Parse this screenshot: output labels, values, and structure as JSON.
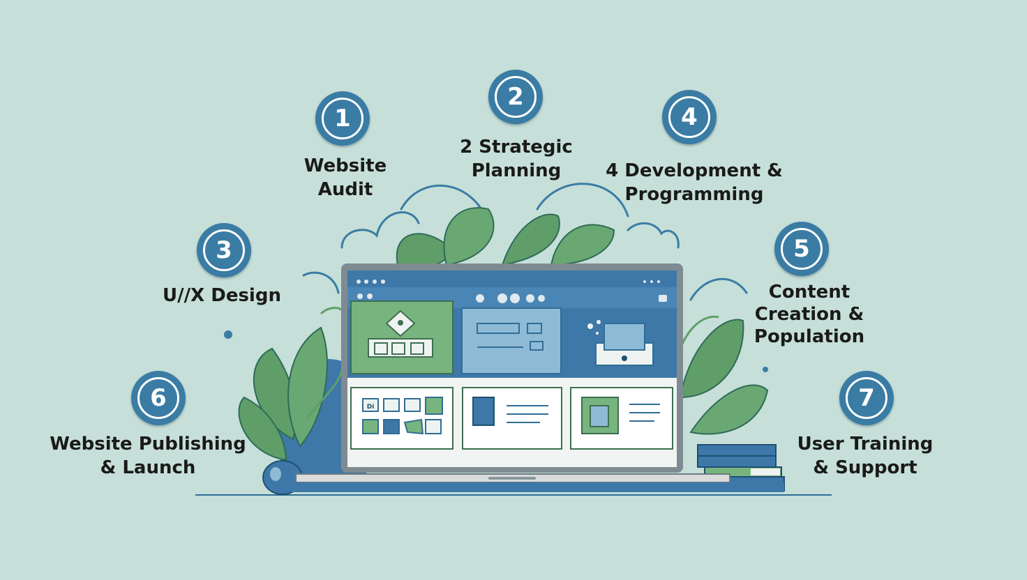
{
  "steps": [
    {
      "number": "1",
      "lines": [
        "Website",
        "Audit"
      ]
    },
    {
      "number": "2",
      "lines": [
        "2  Strategic",
        "Planning"
      ]
    },
    {
      "number": "3",
      "lines": [
        "U//X Design"
      ]
    },
    {
      "number": "4",
      "lines": [
        "4  Development &",
        "Programming"
      ]
    },
    {
      "number": "5",
      "lines": [
        "Content",
        "Creation &",
        " Population"
      ]
    },
    {
      "number": "6",
      "lines": [
        "Website Publishing",
        "& Launch"
      ]
    },
    {
      "number": "7",
      "lines": [
        "User Training",
        "& Support"
      ]
    }
  ],
  "colors": {
    "background": "#c6dfd9",
    "badge": "#3a7ca4",
    "leaf": "#5f9e68",
    "screen_blue": "#3d78a8",
    "panel_green": "#78b47e"
  },
  "illustration": {
    "panel_icon_text": "Di"
  }
}
